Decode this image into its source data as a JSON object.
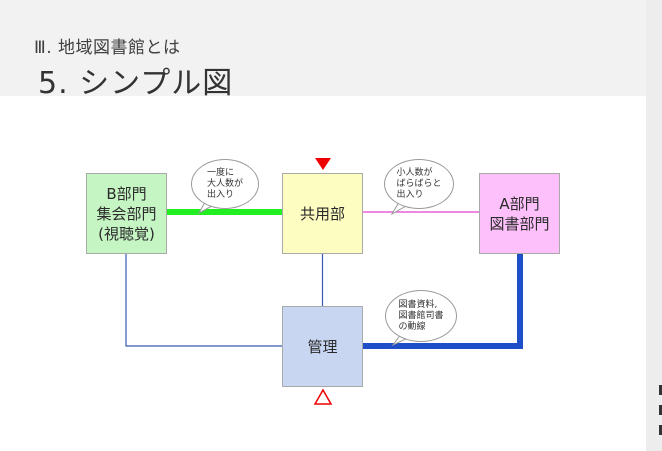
{
  "header": {
    "subtitle": "Ⅲ. 地域図書館とは",
    "title": "5. シンプル図"
  },
  "diagram": {
    "nodes": {
      "b_department": "B部門\n集会部門\n(視聴覚)",
      "shared": "共用部",
      "a_department": "A部門\n図書部門",
      "management": "管理"
    },
    "callouts": {
      "b_to_shared": "一度に\n大人数が\n出入り",
      "shared_to_a": "小人数が\nばらばらと\n出入り",
      "a_to_management": "図書資料,\n図書館司書\nの動線"
    },
    "colors": {
      "b_department": "#c6f5c4",
      "shared": "#fdfcc1",
      "a_department": "#fdc0fb",
      "management": "#c8d6f2",
      "crowd_flow": "#22ee22",
      "small_flow": "#e040d0",
      "staff_flow": "#1f4fc8",
      "connector": "#3a5bb5",
      "entrance_marker": "#ee0000"
    }
  }
}
